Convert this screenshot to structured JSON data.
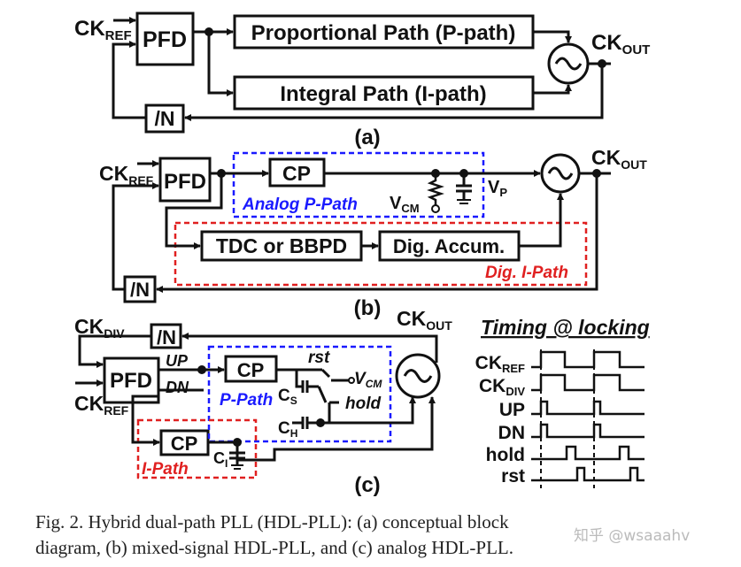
{
  "panel_a": {
    "ck_ref": "CK",
    "ck_ref_sub": "REF",
    "pfd": "PFD",
    "p_path": "Proportional Path (P-path)",
    "i_path": "Integral Path (I-path)",
    "ck_out": "CK",
    "ck_out_sub": "OUT",
    "div": "/N",
    "label": "(a)"
  },
  "panel_b": {
    "ck_ref": "CK",
    "ck_ref_sub": "REF",
    "pfd": "PFD",
    "cp": "CP",
    "vcm": "V",
    "vcm_sub": "CM",
    "vp": "V",
    "vp_sub": "P",
    "analog_p_path": "Analog P-Path",
    "tdc": "TDC or BBPD",
    "dig_accum": "Dig. Accum.",
    "dig_i_path": "Dig. I-Path",
    "ck_out": "CK",
    "ck_out_sub": "OUT",
    "div": "/N",
    "label": "(b)"
  },
  "panel_c": {
    "ck_div": "CK",
    "ck_div_sub": "DIV",
    "div": "/N",
    "ck_out": "CK",
    "ck_out_sub": "OUT",
    "pfd": "PFD",
    "up": "UP",
    "dn": "DN",
    "ck_ref": "CK",
    "ck_ref_sub": "REF",
    "cp_p": "CP",
    "p_path": "P-Path",
    "rst": "rst",
    "vcm": "V",
    "vcm_sub": "CM",
    "hold": "hold",
    "cs": "C",
    "cs_sub": "S",
    "ch": "C",
    "ch_sub": "H",
    "cp_i": "CP",
    "ci": "C",
    "ci_sub": "I",
    "i_path": "I-Path",
    "label": "(c)"
  },
  "timing": {
    "title": "Timing @ locking",
    "signals": [
      "CK",
      "CK",
      "UP",
      "DN",
      "hold",
      "rst"
    ],
    "signal_subs": [
      "REF",
      "DIV",
      "",
      "",
      "",
      ""
    ]
  },
  "caption": {
    "line1": "Fig. 2. Hybrid dual-path PLL (HDL-PLL): (a) conceptual block",
    "line2": "diagram, (b) mixed-signal HDL-PLL, and (c) analog HDL-PLL."
  },
  "watermark": "知乎 @wsaaahv",
  "colors": {
    "p_path_border": "#1a1aff",
    "i_path_border": "#e02020",
    "ink": "#111111"
  }
}
